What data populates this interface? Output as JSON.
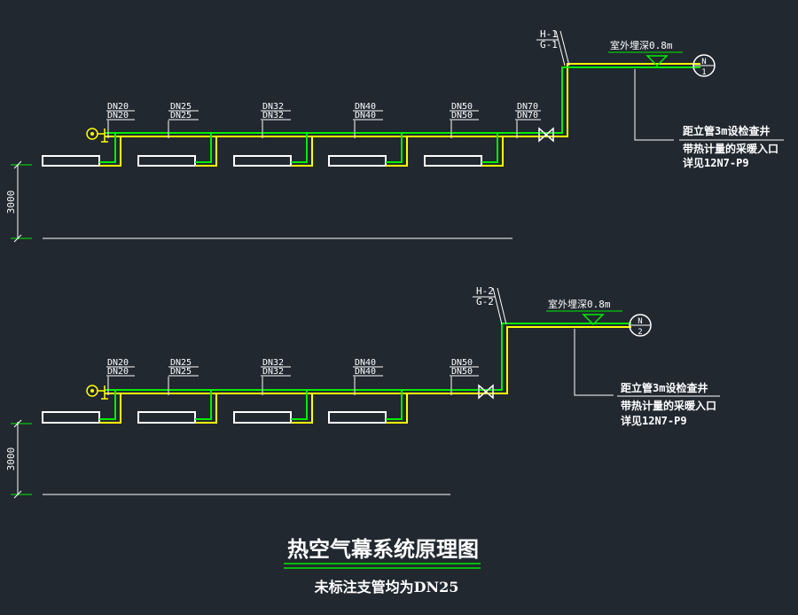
{
  "colors": {
    "background": "#212830",
    "supply_pipe": "#00ee00",
    "return_pipe": "#ffff00",
    "linework": "#ffffff",
    "title_underline": "#00ee00"
  },
  "systems": [
    {
      "riser_labels": [
        "H-1",
        "G-1"
      ],
      "burial_note": "室外埋深0.8m",
      "entry_symbol_top": "N",
      "entry_symbol_bottom": "1",
      "branch_sizes": [
        [
          "DN20",
          "DN20"
        ],
        [
          "DN25",
          "DN25"
        ],
        [
          "DN32",
          "DN32"
        ],
        [
          "DN40",
          "DN40"
        ],
        [
          "DN50",
          "DN50"
        ],
        [
          "DN70",
          "DN70"
        ]
      ],
      "notes": [
        "距立管3m设检查井",
        "带热计量的采暖入口",
        "详见12N7-P9"
      ],
      "height_dimension": "3000"
    },
    {
      "riser_labels": [
        "H-2",
        "G-2"
      ],
      "burial_note": "室外埋深0.8m",
      "entry_symbol_top": "N",
      "entry_symbol_bottom": "2",
      "branch_sizes": [
        [
          "DN20",
          "DN20"
        ],
        [
          "DN25",
          "DN25"
        ],
        [
          "DN32",
          "DN32"
        ],
        [
          "DN40",
          "DN40"
        ],
        [
          "DN50",
          "DN50"
        ]
      ],
      "notes": [
        "距立管3m设检查井",
        "带热计量的采暖入口",
        "详见12N7-P9"
      ],
      "height_dimension": "3000"
    }
  ],
  "title": "热空气幕系统原理图",
  "subtitle": "未标注支管均为DN25"
}
